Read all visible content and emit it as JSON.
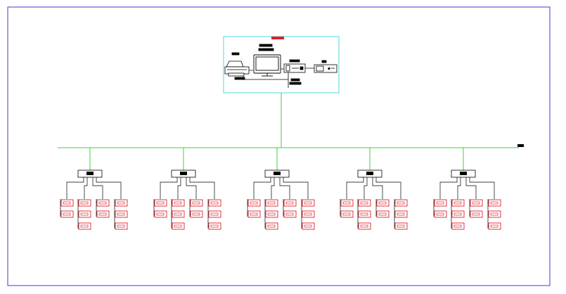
{
  "diagram": {
    "colors": {
      "frame": "#3b3bd6",
      "control_box": "#4fd7e0",
      "bus": "#3fd13f",
      "wire": "#000000",
      "device": "#e0202a",
      "label_fill": "#000000",
      "title_tag": "#e0202a"
    },
    "control_room": {
      "devices": [
        "printer-icon",
        "monitor-icon",
        "converter-icon",
        "server-icon"
      ]
    },
    "field_stations": [
      {
        "id": "station-1",
        "devices_per_column": [
          2,
          3,
          2,
          3
        ]
      },
      {
        "id": "station-2",
        "devices_per_column": [
          2,
          3,
          2,
          3
        ]
      },
      {
        "id": "station-3",
        "devices_per_column": [
          2,
          3,
          2,
          3
        ]
      },
      {
        "id": "station-4",
        "devices_per_column": [
          2,
          3,
          2,
          3
        ]
      },
      {
        "id": "station-5",
        "devices_per_column": [
          2,
          3,
          2,
          3
        ]
      }
    ]
  }
}
